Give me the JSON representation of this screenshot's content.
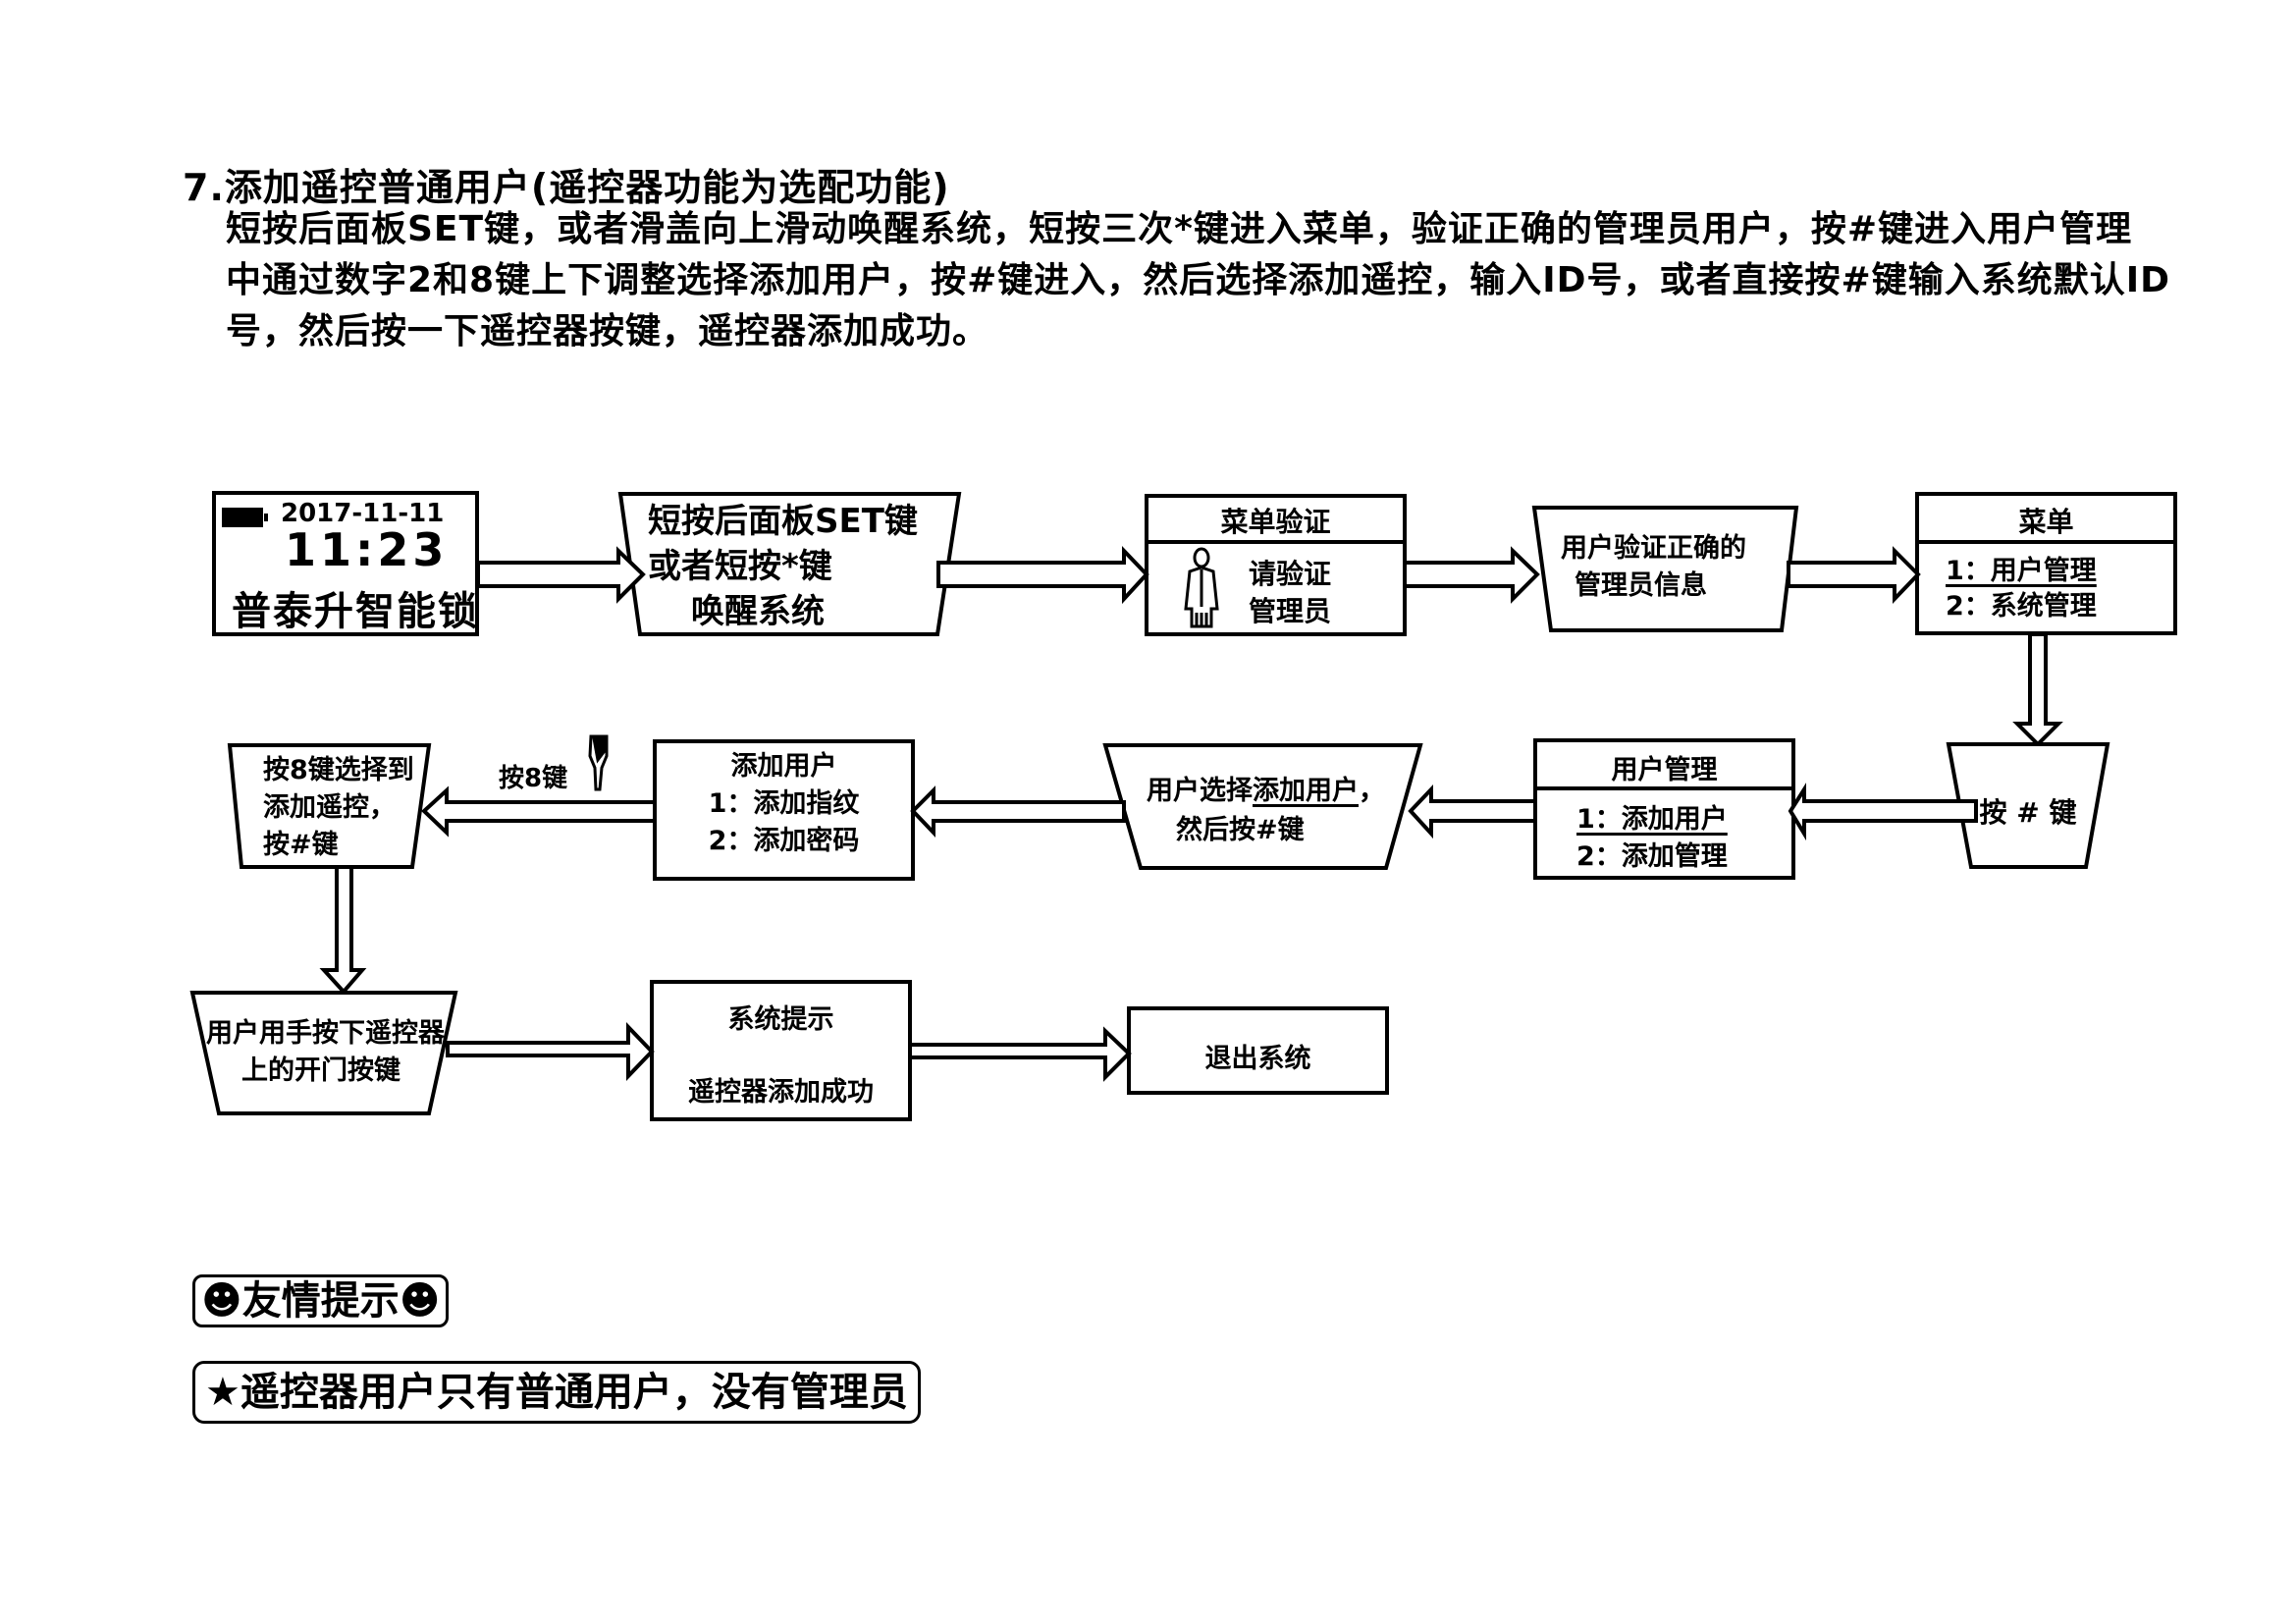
{
  "document": {
    "heading": "7.添加遥控普通用户(遥控器功能为选配功能)",
    "paragraph_lines": [
      "短按后面板SET键，或者滑盖向上滑动唤醒系统，短按三次*键进入菜单，验证正确的管理员用户，按#键进入用户管理",
      "中通过数字2和8键上下调整选择添加用户，按#键进入，然后选择添加遥控，输入ID号，或者直接按#键输入系统默认ID",
      "号，然后按一下遥控器按键，遥控器添加成功。"
    ]
  },
  "flow": {
    "lcd": {
      "date": "2017-11-11",
      "time": "11:23",
      "brand": "普泰升智能锁",
      "battery_icon": "battery-full-icon"
    },
    "wake_step": {
      "lines": [
        "短按后面板SET键",
        "或者短按*键",
        "唤醒系统"
      ]
    },
    "menu_verify": {
      "title": "菜单验证",
      "lines": [
        "请验证",
        "管理员"
      ],
      "icon": "person-icon"
    },
    "verify_ok": {
      "lines": [
        "用户验证正确的",
        "管理员信息"
      ]
    },
    "menu": {
      "title": "菜单",
      "items": [
        "1：用户管理",
        "2：系统管理"
      ],
      "selected_index": 0
    },
    "press_hash": {
      "label": "按 # 键"
    },
    "user_mgmt": {
      "title": "用户管理",
      "items": [
        "1：添加用户",
        "2：添加管理"
      ],
      "selected_index": 0
    },
    "select_add_user": {
      "line1_prefix": "用户选择",
      "line1_underlined": "添加用户",
      "line1_suffix": "，",
      "line2": "然后按#键"
    },
    "add_user": {
      "title": "添加用户",
      "items": [
        "1：添加指纹",
        "2：添加密码"
      ]
    },
    "press8_label": "按8键",
    "press8_icon": "pointing-hand-icon",
    "select_remote": {
      "lines": [
        "按8键选择到",
        "添加遥控，",
        "按#键"
      ]
    },
    "press_remote": {
      "lines": [
        "用户用手按下遥控器",
        "上的开门按键"
      ]
    },
    "system_prompt": {
      "title": "系统提示",
      "message": "遥控器添加成功"
    },
    "exit": {
      "label": "退出系统"
    }
  },
  "tips": {
    "title": "友情提示",
    "title_icon": "smiley-icon",
    "items": [
      "★遥控器用户只有普通用户，没有管理员"
    ]
  }
}
